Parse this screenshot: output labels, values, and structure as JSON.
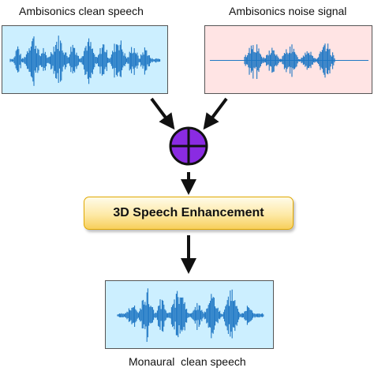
{
  "labels": {
    "clean_input": "Ambisonics clean speech",
    "noise_input": "Ambisonics noise signal",
    "output": "Monaural  clean speech"
  },
  "process_block": {
    "label": "3D Speech Enhancement"
  },
  "symbols": {
    "mixer": "plus-circle-icon"
  },
  "colors": {
    "clean_panel_bg": "#ccefff",
    "noise_panel_bg": "#ffe4e4",
    "output_panel_bg": "#ccefff",
    "waveform": "#1f77c4",
    "mixer_fill": "#8a2be2",
    "arrow": "#111111",
    "block_border": "#e0a800"
  }
}
